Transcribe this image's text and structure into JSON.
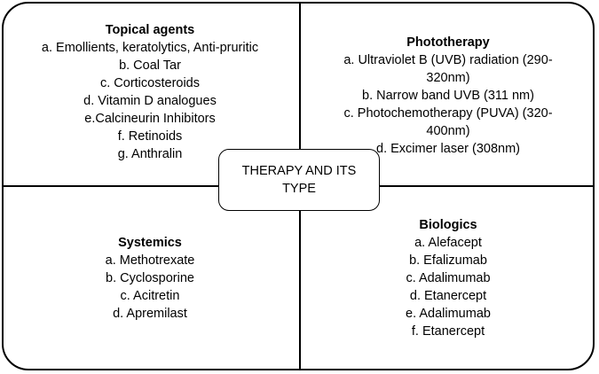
{
  "center_label": "THERAPY AND ITS TYPE",
  "quadrants": {
    "topical": {
      "title": "Topical agents",
      "items": [
        "a. Emollients, keratolytics, Anti-pruritic",
        "b. Coal Tar",
        "c. Corticosteroids",
        "d. Vitamin D analogues",
        "e.Calcineurin Inhibitors",
        "f. Retinoids",
        "g. Anthralin"
      ]
    },
    "phototherapy": {
      "title": "Phototherapy",
      "items": [
        "a. Ultraviolet B (UVB) radiation (290-",
        "320nm)",
        "b. Narrow band UVB (311 nm)",
        "c. Photochemotherapy (PUVA) (320-",
        "400nm)",
        "d. Excimer laser (308nm)"
      ]
    },
    "systemics": {
      "title": "Systemics",
      "items": [
        "a. Methotrexate",
        "b. Cyclosporine",
        "c. Acitretin",
        "d. Apremilast"
      ]
    },
    "biologics": {
      "title": "Biologics",
      "items": [
        "a. Alefacept",
        "b. Efalizumab",
        "c. Adalimumab",
        "d. Etanercept",
        "e. Adalimumab",
        "f. Etanercept"
      ]
    }
  }
}
